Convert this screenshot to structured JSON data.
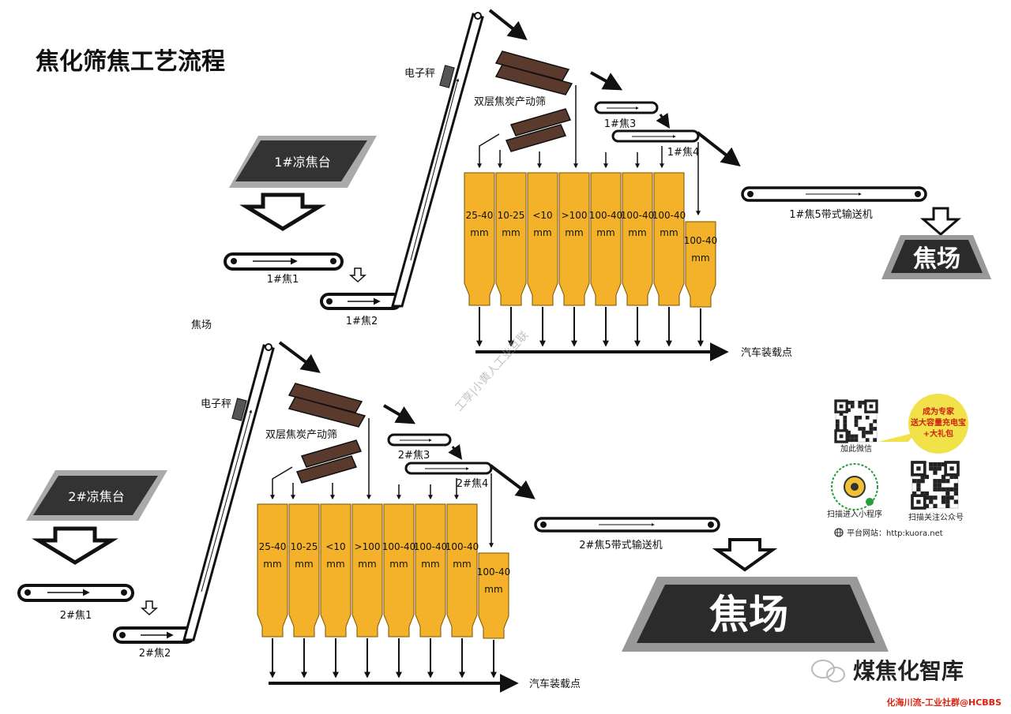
{
  "title": "焦化筛焦工艺流程",
  "line1": {
    "platform": "1#凉焦台",
    "belt1": "1#焦1",
    "belt2": "1#焦2",
    "scale": "电子秤",
    "screen": "双层焦炭产动筛",
    "belt3": "1#焦3",
    "belt4": "1#焦4",
    "belt5": "1#焦5带式输送机",
    "yard": "焦场",
    "loading": "汽车装载点",
    "bins": [
      {
        "top": "25-40",
        "bottom": "mm"
      },
      {
        "top": "10-25",
        "bottom": "mm"
      },
      {
        "top": "<10",
        "bottom": "mm"
      },
      {
        "top": ">100",
        "bottom": "mm"
      },
      {
        "top": "100-40",
        "bottom": "mm"
      },
      {
        "top": "100-40",
        "bottom": "mm"
      },
      {
        "top": "100-40",
        "bottom": "mm"
      },
      {
        "top": "100-40",
        "bottom": "mm"
      }
    ]
  },
  "line2": {
    "platform": "2#凉焦台",
    "belt1": "2#焦1",
    "belt2": "2#焦2",
    "scale": "电子秤",
    "screen": "双层焦炭产动筛",
    "belt3": "2#焦3",
    "belt4": "2#焦4",
    "belt5": "2#焦5带式输送机",
    "yard": "焦场",
    "loading": "汽车装载点",
    "bins": [
      {
        "top": "25-40",
        "bottom": "mm"
      },
      {
        "top": "10-25",
        "bottom": "mm"
      },
      {
        "top": "<10",
        "bottom": "mm"
      },
      {
        "top": ">100",
        "bottom": "mm"
      },
      {
        "top": "100-40",
        "bottom": "mm"
      },
      {
        "top": "100-40",
        "bottom": "mm"
      },
      {
        "top": "100-40",
        "bottom": "mm"
      },
      {
        "top": "100-40",
        "bottom": "mm"
      }
    ]
  },
  "mid_label": "焦场",
  "watermark": "工享|小黄人工业互联",
  "sidebar": {
    "wechat": "加此微信",
    "badge_line1": "成为专家",
    "badge_line2": "送大容量充电宝",
    "badge_line3": "+大礼包",
    "miniprogram": "扫描进入小程序",
    "official": "扫描关注公众号",
    "website": "平台网站：http:kuora.net"
  },
  "brand": "煤焦化智库",
  "footer": "化海川流-工业社群@HCBBS",
  "colors": {
    "bin": "#f4b22a",
    "dark": "#2b2b2b",
    "screen": "#5a3a2c"
  }
}
